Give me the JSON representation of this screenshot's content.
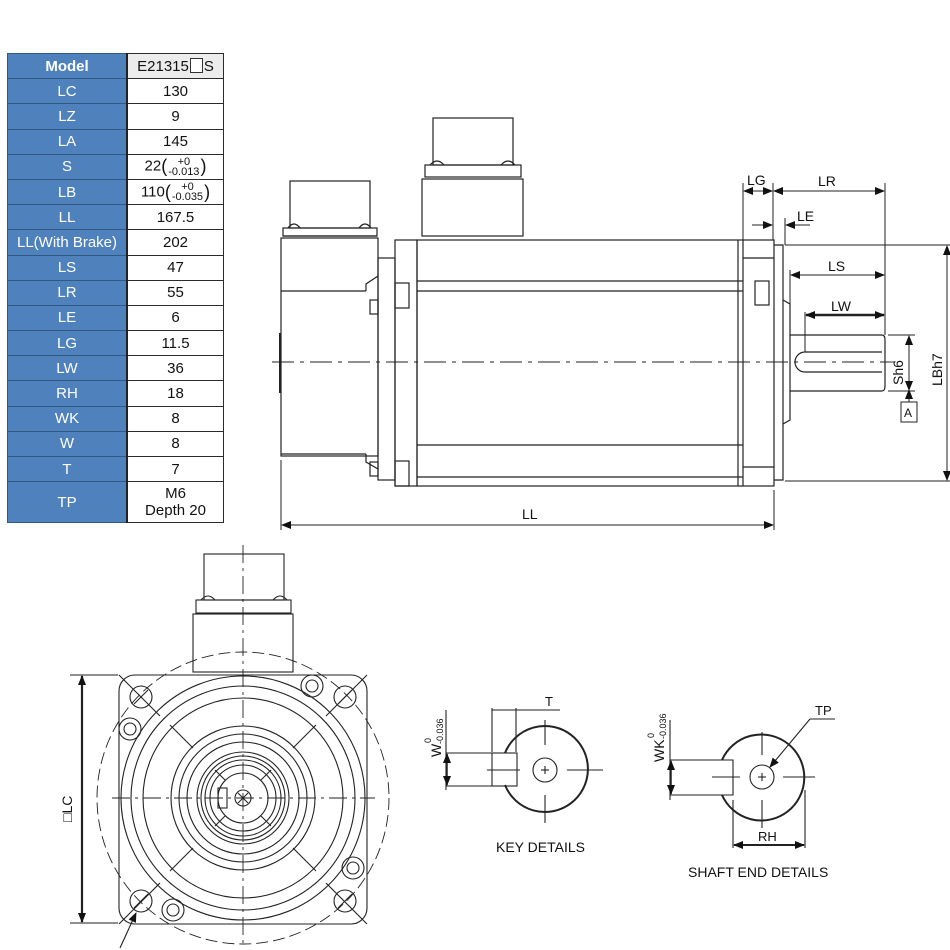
{
  "spec_table": {
    "header": {
      "key": "Model",
      "value_prefix": "E21315",
      "value_suffix": "S"
    },
    "rows": [
      {
        "key": "LC",
        "value": "130"
      },
      {
        "key": "LZ",
        "value": "9"
      },
      {
        "key": "LA",
        "value": "145"
      },
      {
        "key": "S",
        "value": "22",
        "tol_upper": "+0",
        "tol_lower": "-0.013"
      },
      {
        "key": "LB",
        "value": "110",
        "tol_upper": "+0",
        "tol_lower": "-0.035"
      },
      {
        "key": "LL",
        "value": "167.5"
      },
      {
        "key": "LL(With Brake)",
        "value": "202"
      },
      {
        "key": "LS",
        "value": "47"
      },
      {
        "key": "LR",
        "value": "55"
      },
      {
        "key": "LE",
        "value": "6"
      },
      {
        "key": "LG",
        "value": "11.5"
      },
      {
        "key": "LW",
        "value": "36"
      },
      {
        "key": "RH",
        "value": "18"
      },
      {
        "key": "WK",
        "value": "8"
      },
      {
        "key": "W",
        "value": "8"
      },
      {
        "key": "T",
        "value": "7"
      },
      {
        "key": "TP",
        "value_line1": "M6",
        "value_line2": "Depth 20"
      }
    ]
  },
  "side_view": {
    "labels": {
      "lg": "LG",
      "lr": "LR",
      "le": "LE",
      "ls": "LS",
      "lw": "LW",
      "sh6": "Sh6",
      "lbh7": "LBh7",
      "datum": "A",
      "ll": "LL"
    }
  },
  "front_view": {
    "labels": {
      "lc": "□LC"
    }
  },
  "key_details": {
    "title": "KEY DETAILS",
    "labels": {
      "w": "W",
      "w_tol_upper": "0",
      "w_tol_lower": "-0.036",
      "t": "T"
    }
  },
  "shaft_end_details": {
    "title": "SHAFT END DETAILS",
    "labels": {
      "wk": "WK",
      "wk_tol_upper": "0",
      "wk_tol_lower": "-0.036",
      "tp": "TP",
      "rh": "RH"
    }
  },
  "colors": {
    "table_key_bg": "#4f82bd",
    "table_header_value_bg": "#ececec",
    "line": "#222222"
  }
}
